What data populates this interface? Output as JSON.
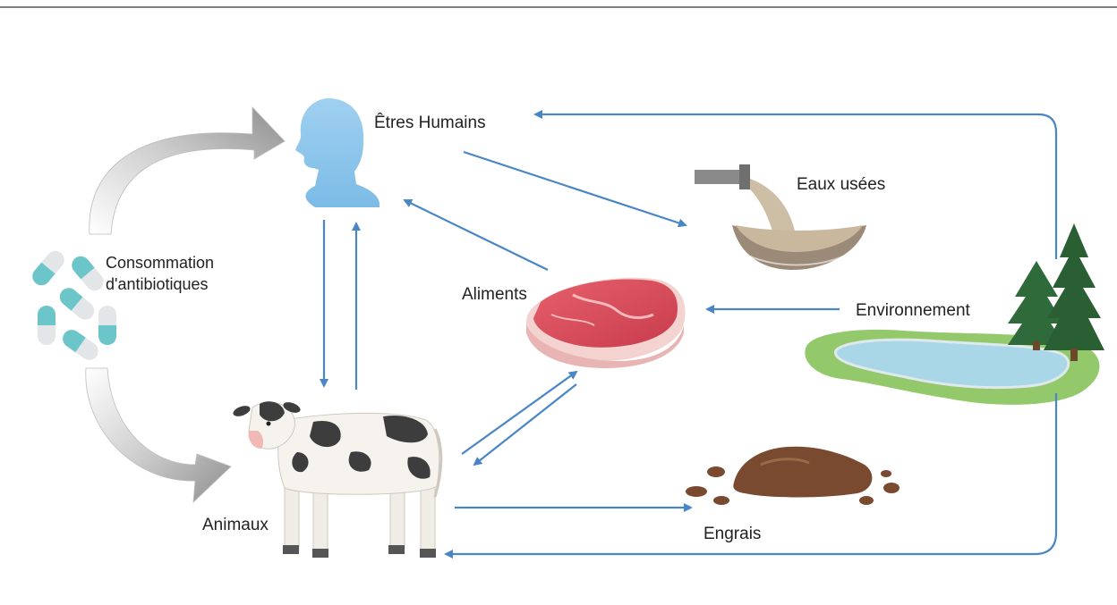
{
  "labels": {
    "humans": "Êtres Humains",
    "wastewater": "Eaux usées",
    "antibiotics_line1": "Consommation",
    "antibiotics_line2": "d'antibiotiques",
    "food": "Aliments",
    "environment": "Environnement",
    "animals": "Animaux",
    "fertilizer": "Engrais"
  },
  "icons": [
    "human-head-icon",
    "pills-icon",
    "cow-icon",
    "meat-icon",
    "wastewater-pipe-icon",
    "lake-trees-icon",
    "manure-icon"
  ],
  "colors": {
    "arrow_blue": "#4a86c5",
    "gray_arrow": "#8f8f8f",
    "human_blue": "#8cc6ec",
    "pill_teal": "#6cc6c9",
    "meat_red": "#d8495a",
    "water_blue": "#a9d7e8",
    "grass_green": "#93c96a",
    "tree_green": "#2f6b3a",
    "manure_brown": "#7a4a30"
  }
}
